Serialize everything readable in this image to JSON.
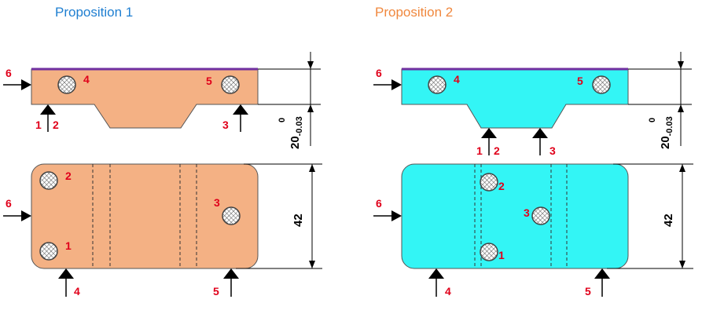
{
  "colors": {
    "proposition_1": "#1f7fd1",
    "proposition_2": "#f0883e",
    "part_1_fill": "#f4b184",
    "part_2_fill": "#33f5f5",
    "top_edge": "#7030a0",
    "label": "#e0001a"
  },
  "proposition_1": {
    "title": "Proposition 1",
    "labels": {
      "top_6": "6",
      "top_4": "4",
      "top_5": "5",
      "top_1": "1",
      "top_2": "2",
      "top_3": "3",
      "bot_6": "6",
      "bot_2": "2",
      "bot_1": "1",
      "bot_3": "3",
      "bot_4": "4",
      "bot_5": "5"
    },
    "dim_tolerance_upper": "0",
    "dim_value": "20",
    "dim_tolerance_lower": "-0.03",
    "dim_width": "42"
  },
  "proposition_2": {
    "title": "Proposition 2",
    "labels": {
      "top_6": "6",
      "top_4": "4",
      "top_5": "5",
      "top_1": "1",
      "top_2": "2",
      "top_3": "3",
      "bot_6": "6",
      "bot_2": "2",
      "bot_3": "3",
      "bot_1": "1",
      "bot_4": "4",
      "bot_5": "5"
    },
    "dim_tolerance_upper": "0",
    "dim_value": "20",
    "dim_tolerance_lower": "-0.03",
    "dim_width": "42"
  }
}
